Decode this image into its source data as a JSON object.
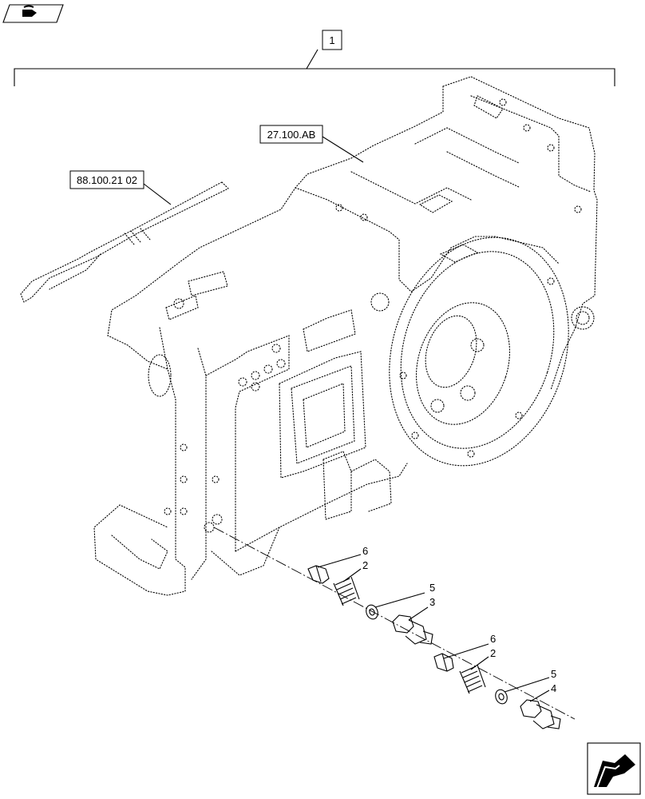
{
  "callouts": {
    "assembly": "1",
    "housing_ref": "27.100.AB",
    "shaft_ref": "88.100.21 02",
    "parts": [
      {
        "num": "6"
      },
      {
        "num": "2"
      },
      {
        "num": "5"
      },
      {
        "num": "3"
      },
      {
        "num": "6"
      },
      {
        "num": "2"
      },
      {
        "num": "5"
      },
      {
        "num": "4"
      }
    ]
  },
  "icons": {
    "top_left": "page-back-icon",
    "bottom_right": "next-page-arrow-icon"
  }
}
